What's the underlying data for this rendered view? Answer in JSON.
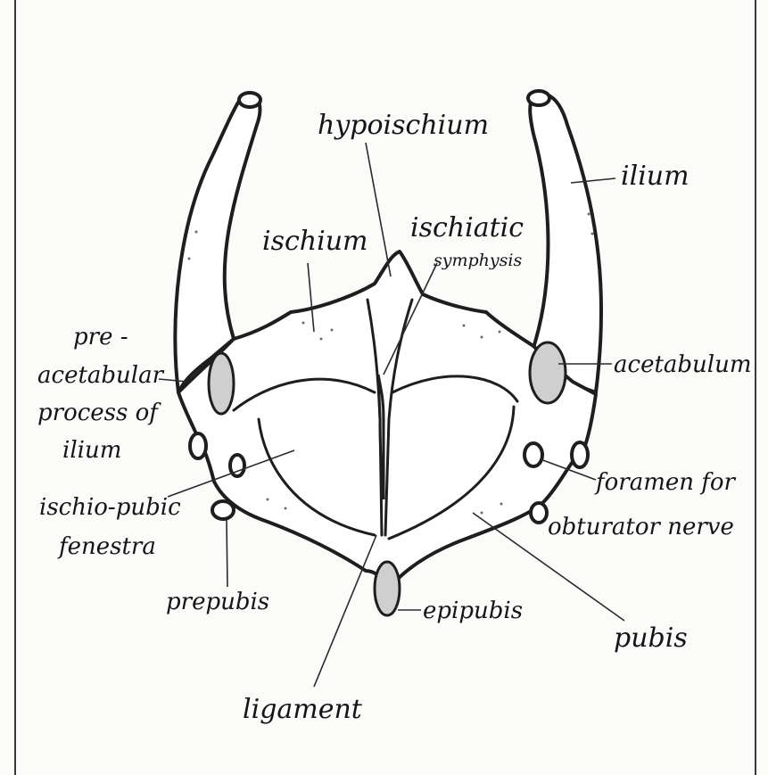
{
  "diagram": {
    "labels": {
      "hypoischium": "hypoischium",
      "ilium": "ilium",
      "ischiatic": "ischiatic",
      "symphysis": "symphysis",
      "ischium": "ischium",
      "pre_acetabular_1": "pre -",
      "pre_acetabular_2": "acetabular",
      "pre_acetabular_3": "process of",
      "pre_acetabular_4": "ilium",
      "acetabulum": "acetabulum",
      "foramen_1": "foramen for",
      "foramen_2": "obturator nerve",
      "ischio_pubic_1": "ischio-pubic",
      "ischio_pubic_2": "fenestra",
      "prepubis": "prepubis",
      "epipubis": "epipubis",
      "pubis": "pubis",
      "ligament": "ligament"
    }
  }
}
